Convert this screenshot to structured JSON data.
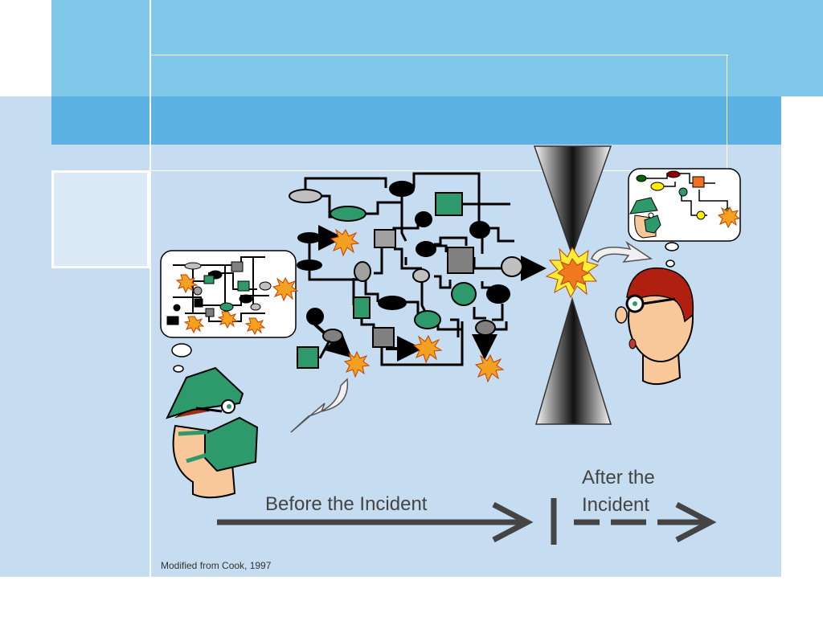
{
  "labels": {
    "before": "Before the Incident",
    "after_line1": "After the",
    "after_line2": "Incident",
    "citation": "Modified from Cook, 1997"
  },
  "colors": {
    "background": "#c6ddf1",
    "top_band": "#7fc8ea",
    "band_dark": "#5cb2e2",
    "node_green": "#2e9a6b",
    "node_gray": "#a0a0a0",
    "explosion": "#f4a020",
    "arrow": "#444444"
  },
  "icons": [
    "surgeon-icon",
    "observer-head-icon",
    "explosion-icon",
    "hourglass-icon",
    "thought-bubble-icon",
    "curved-arrow-icon"
  ]
}
